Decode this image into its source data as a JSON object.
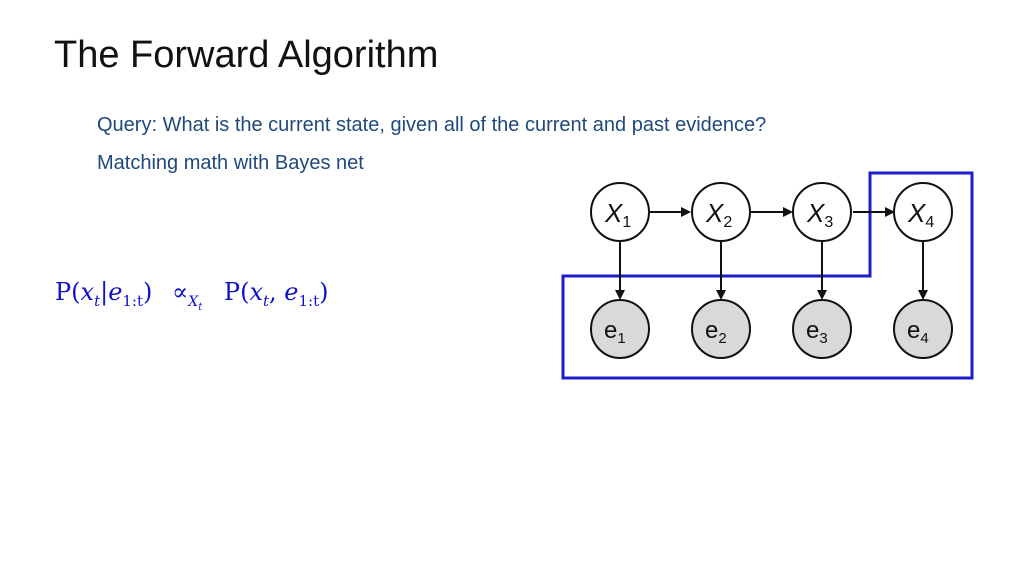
{
  "slide": {
    "title": "The Forward Algorithm",
    "bullets": [
      "Query: What is the current state, given all of the current and past evidence?",
      "Matching math with Bayes net"
    ]
  },
  "formula": {
    "lhs_P": "P(",
    "lhs_var": "x",
    "lhs_var_sub": "t",
    "bar": "|",
    "lhs_cond": "e",
    "lhs_cond_sub": "1:t",
    "close": ")",
    "prop": "∝",
    "prop_sub": "X",
    "prop_sub_sub": "t",
    "rhs_P": "P(",
    "rhs_var": "x",
    "rhs_var_sub": "t",
    "comma": ", ",
    "rhs_e": "e",
    "rhs_e_sub": "1:t",
    "rhs_close": ")"
  },
  "diagram": {
    "hidden_nodes": [
      {
        "label": "X",
        "sub": "1"
      },
      {
        "label": "X",
        "sub": "2"
      },
      {
        "label": "X",
        "sub": "3"
      },
      {
        "label": "X",
        "sub": "4"
      }
    ],
    "evidence_nodes": [
      {
        "label": "e",
        "sub": "1"
      },
      {
        "label": "e",
        "sub": "2"
      },
      {
        "label": "e",
        "sub": "3"
      },
      {
        "label": "e",
        "sub": "4"
      }
    ],
    "colors": {
      "highlight": "#1c1cc8",
      "node_stroke": "#111111",
      "evidence_fill": "#d9d9d9",
      "hidden_fill": "#ffffff"
    }
  }
}
